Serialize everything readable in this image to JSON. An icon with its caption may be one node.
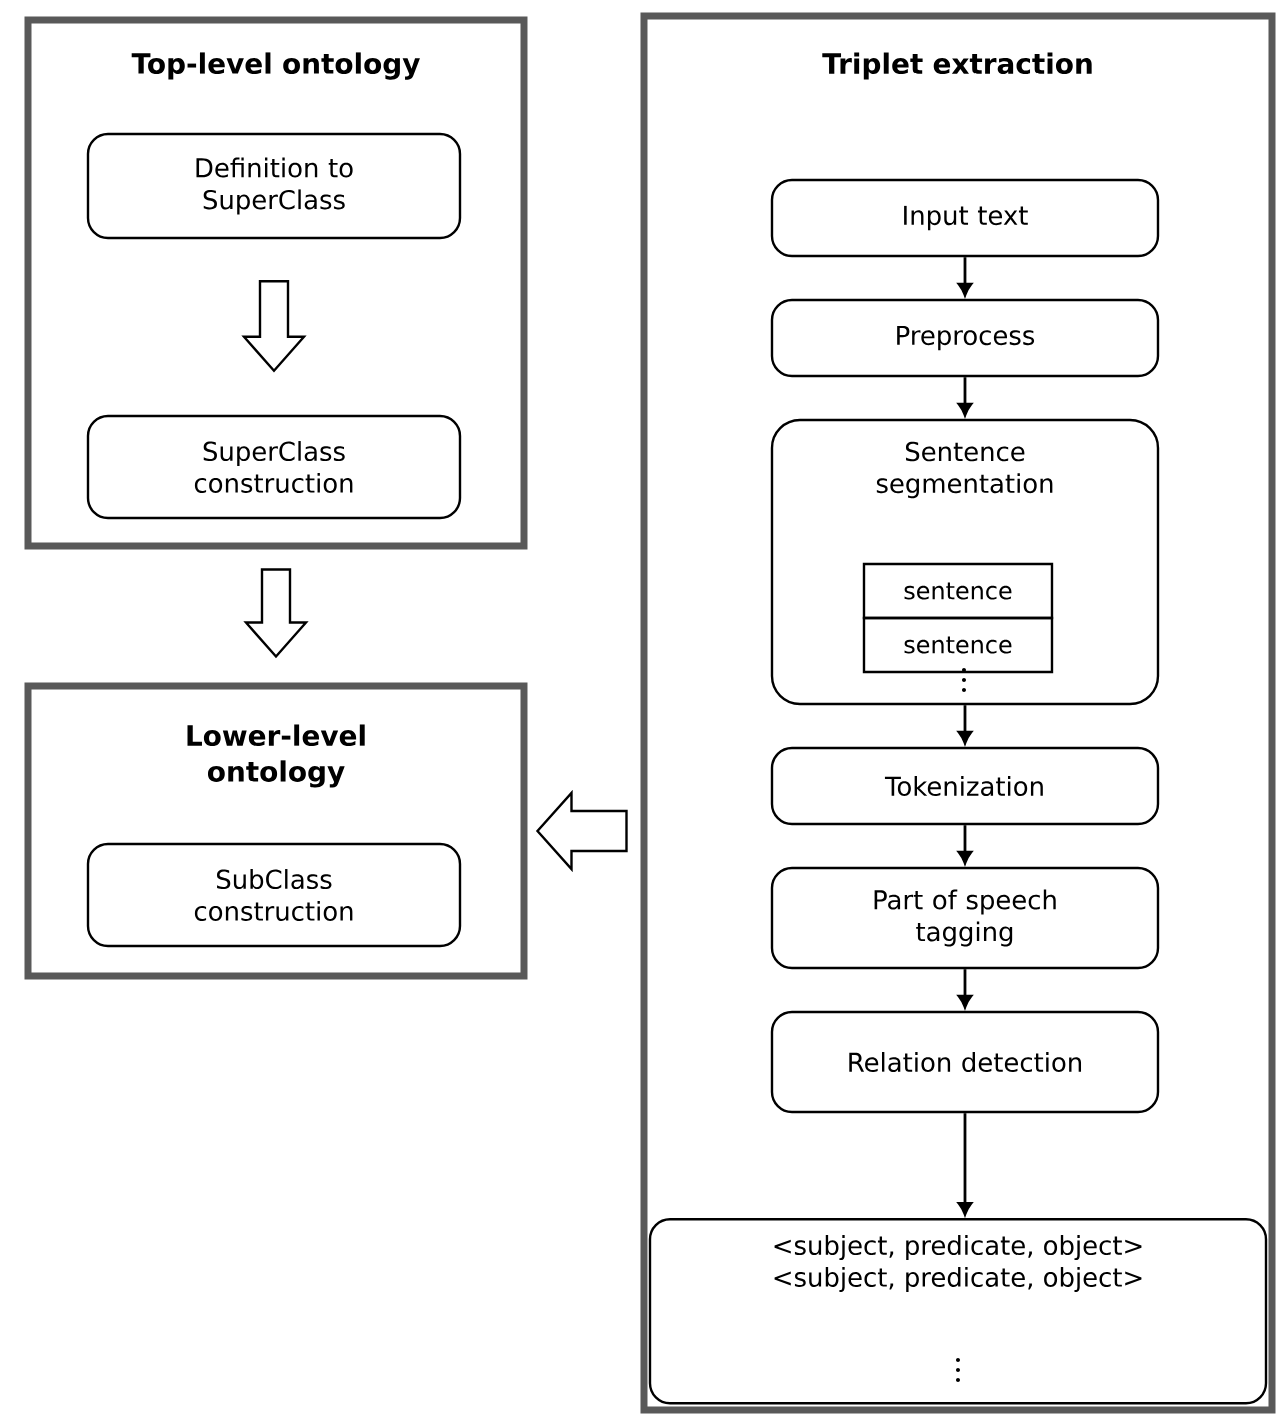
{
  "diagram": {
    "nodes": [
      {
        "text": [
          "Top-level ontology"
        ]
      },
      {
        "text": [
          "Definition to SuperClass"
        ],
        "in": 0
      },
      {
        "text": [
          "SuperClass construction"
        ],
        "in": 0
      },
      {
        "text": [
          "Lower-level ontology"
        ]
      },
      {
        "text": [
          "SubClass construction"
        ],
        "in": 3
      },
      {
        "text": [
          "Triplet extraction"
        ]
      },
      {
        "text": [
          "Input text"
        ],
        "in": 5
      },
      {
        "text": [
          "Preprocess"
        ],
        "in": 5
      },
      {
        "text": [
          "Sentence segmentation"
        ],
        "in": 5
      },
      {
        "text": [
          "sentence"
        ],
        "in": 8
      },
      {
        "text": [
          "sentence"
        ],
        "in": 8
      },
      {
        "text": [
          "Tokenization"
        ],
        "in": 5
      },
      {
        "text": [
          "Part of speech tagging"
        ],
        "in": 5
      },
      {
        "text": [
          "Relation detection"
        ],
        "in": 5
      },
      {
        "text": [
          "<subject, predicate, object>",
          "<subject, predicate, object>"
        ],
        "in": 5
      }
    ],
    "edges": [
      {
        "from": 1,
        "to": 2,
        "arrow": "to",
        "style": "thick"
      },
      {
        "from": 0,
        "to": 3,
        "arrow": "to",
        "style": "thick"
      },
      {
        "from": 5,
        "to": 3,
        "arrow": "to",
        "style": "thick"
      },
      {
        "from": 6,
        "to": 7,
        "arrow": "to"
      },
      {
        "from": 7,
        "to": 8,
        "arrow": "to"
      },
      {
        "from": 8,
        "to": 11,
        "arrow": "to"
      },
      {
        "from": 11,
        "to": 12,
        "arrow": "to"
      },
      {
        "from": 12,
        "to": 13,
        "arrow": "to"
      },
      {
        "from": 13,
        "to": 14,
        "arrow": "to"
      }
    ]
  }
}
